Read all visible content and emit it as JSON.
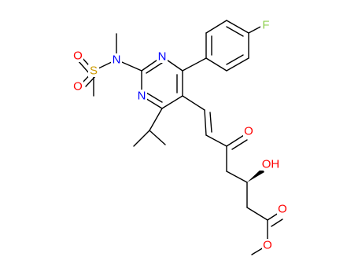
{
  "molecule": {
    "atom_labels": {
      "fluorine": "F",
      "n_ring_top": "N",
      "n_ring_left": "N",
      "n_sulfonamide": "N",
      "sulfur": "S",
      "o_sulfonyl_1": "O",
      "o_sulfonyl_2": "O",
      "o_ketone": "O",
      "hydroxyl": "OH",
      "o_ester_carbonyl": "O",
      "o_ester": "O"
    },
    "colors": {
      "bond": "#000000",
      "nitrogen": "#0000ff",
      "oxygen": "#ff0000",
      "sulfur": "#cc9900",
      "fluorine": "#90d050"
    }
  }
}
